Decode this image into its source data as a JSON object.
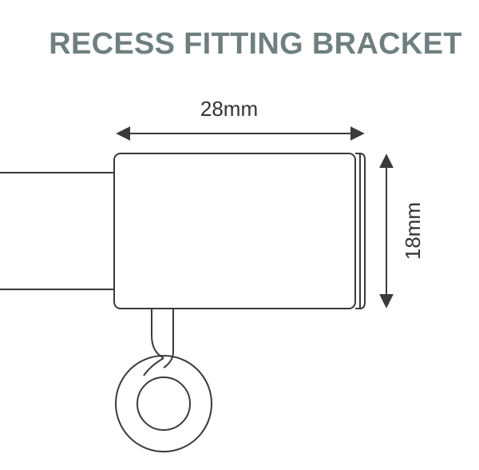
{
  "title": "RECESS FITTING BRACKET",
  "dimensions": {
    "width_label": "28mm",
    "height_label": "18mm"
  },
  "colors": {
    "title": "#6f7f80",
    "line": "#3a3a3a",
    "background": "#ffffff"
  }
}
